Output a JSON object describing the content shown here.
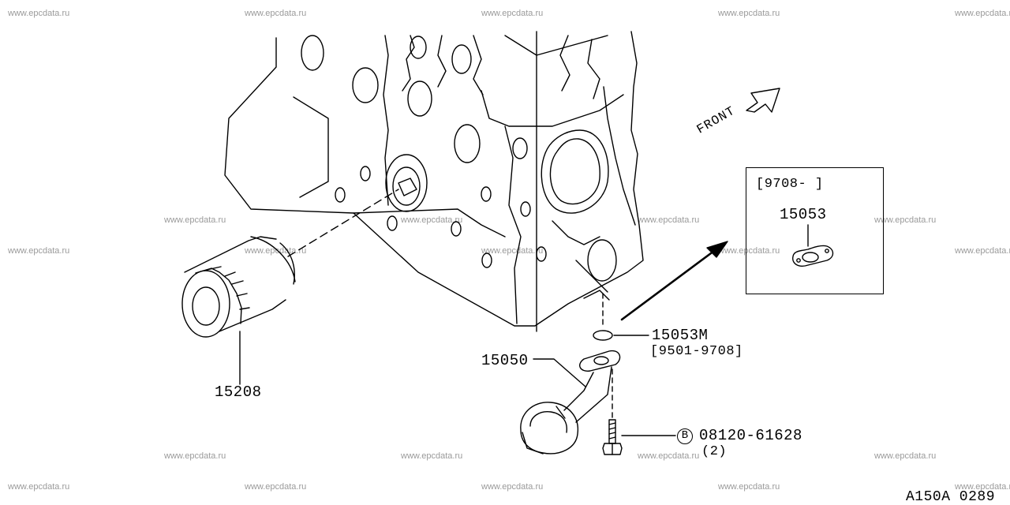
{
  "watermark": {
    "text": "www.epcdata.ru"
  },
  "direction": {
    "label": "FRONT"
  },
  "inset": {
    "date_range": "[9708-  ]",
    "part_number": "15053"
  },
  "parts": [
    {
      "number": "15208"
    },
    {
      "number": "15053M",
      "date_range": "[9501-9708]"
    },
    {
      "number": "15050"
    },
    {
      "number": "08120-61628",
      "prefix_symbol": "B",
      "quantity": "(2)"
    }
  ],
  "catalog_code": "A150A 0289"
}
